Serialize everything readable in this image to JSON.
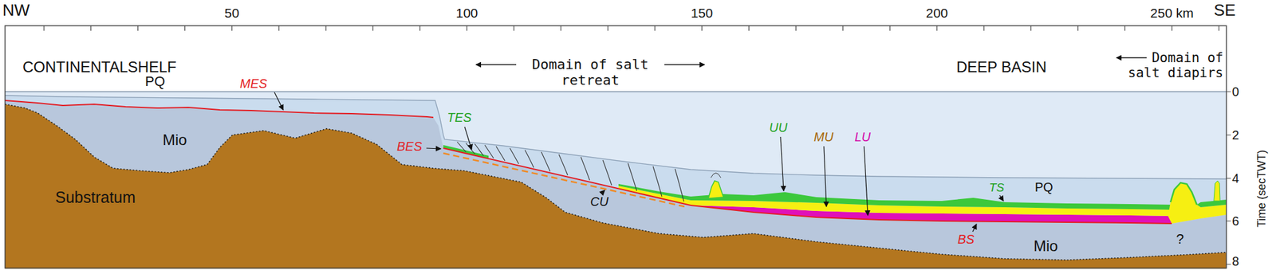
{
  "diagram": {
    "labels": [
      "NW",
      "50",
      "100",
      "150",
      "200",
      "250 km",
      "SE",
      "CONTINENTALSHELF",
      "Domain of salt retreat",
      "DEEP BASIN",
      "Domain of salt diapirs",
      "0",
      "2",
      "4",
      "6",
      "8",
      "Time (secTWT)",
      "PQ",
      "MES",
      "Mio",
      "Substratum",
      "TES",
      "BES",
      "CU",
      "UU",
      "MU",
      "LU",
      "TS",
      "PQ",
      "BS",
      "Mio",
      "?"
    ]
  }
}
